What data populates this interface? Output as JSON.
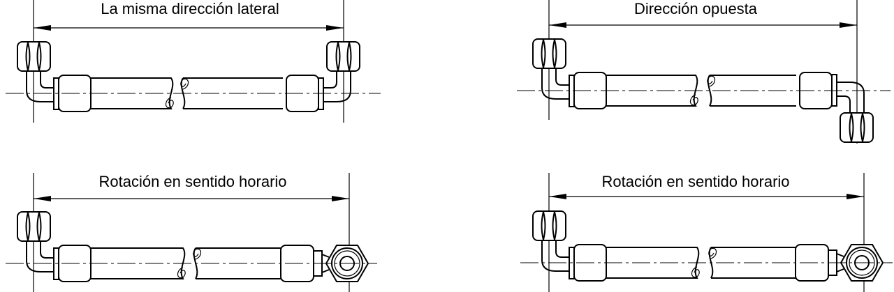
{
  "panels": [
    {
      "title": "La misma dirección lateral",
      "variant": "same-side"
    },
    {
      "title": "Dirección opuesta",
      "variant": "opposite"
    },
    {
      "title": "Rotación en sentido horario",
      "variant": "clockwise"
    },
    {
      "title": "Rotación en sentido horario",
      "variant": "clockwise"
    }
  ]
}
